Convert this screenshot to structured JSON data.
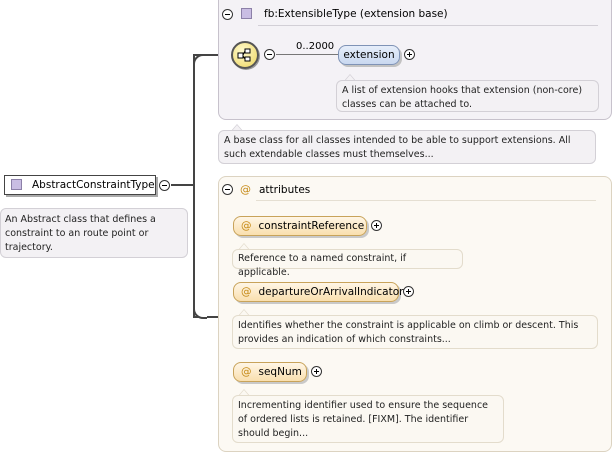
{
  "root": {
    "name": "AbstractConstraintType",
    "doc": "An Abstract class that defines a constraint to an route point or trajectory."
  },
  "extension_panel": {
    "title": "fb:ExtensibleType (extension base)",
    "cardinality": "0..2000",
    "element_name": "extension",
    "element_doc": "A list of extension hooks that extension (non-core) classes can be attached to.",
    "base_doc": "A base class for all classes intended to be able to support extensions. All such extendable classes must themselves..."
  },
  "attributes_panel": {
    "title": "attributes",
    "at_symbol": "@",
    "items": [
      {
        "name": "constraintReference",
        "doc": "Reference to a named constraint, if applicable."
      },
      {
        "name": "departureOrArrivalIndicator",
        "doc": "Identifies whether the constraint is applicable on climb or descent. This provides an indication of which constraints..."
      },
      {
        "name": "seqNum",
        "doc": "Incrementing identifier used to ensure the sequence of ordered lists is retained. [FIXM]. The identifier should begin..."
      }
    ]
  },
  "icons": {
    "collapse": "collapse-circle-icon",
    "expand": "expand-circle-icon",
    "type": "complex-type-icon",
    "sequence": "sequence-compositor-icon"
  },
  "colors": {
    "element_fill": "#c9d8f0",
    "attribute_fill": "#f9dfae",
    "type_icon": "#c9bde3",
    "compositor_fill": "#f3e27a"
  }
}
